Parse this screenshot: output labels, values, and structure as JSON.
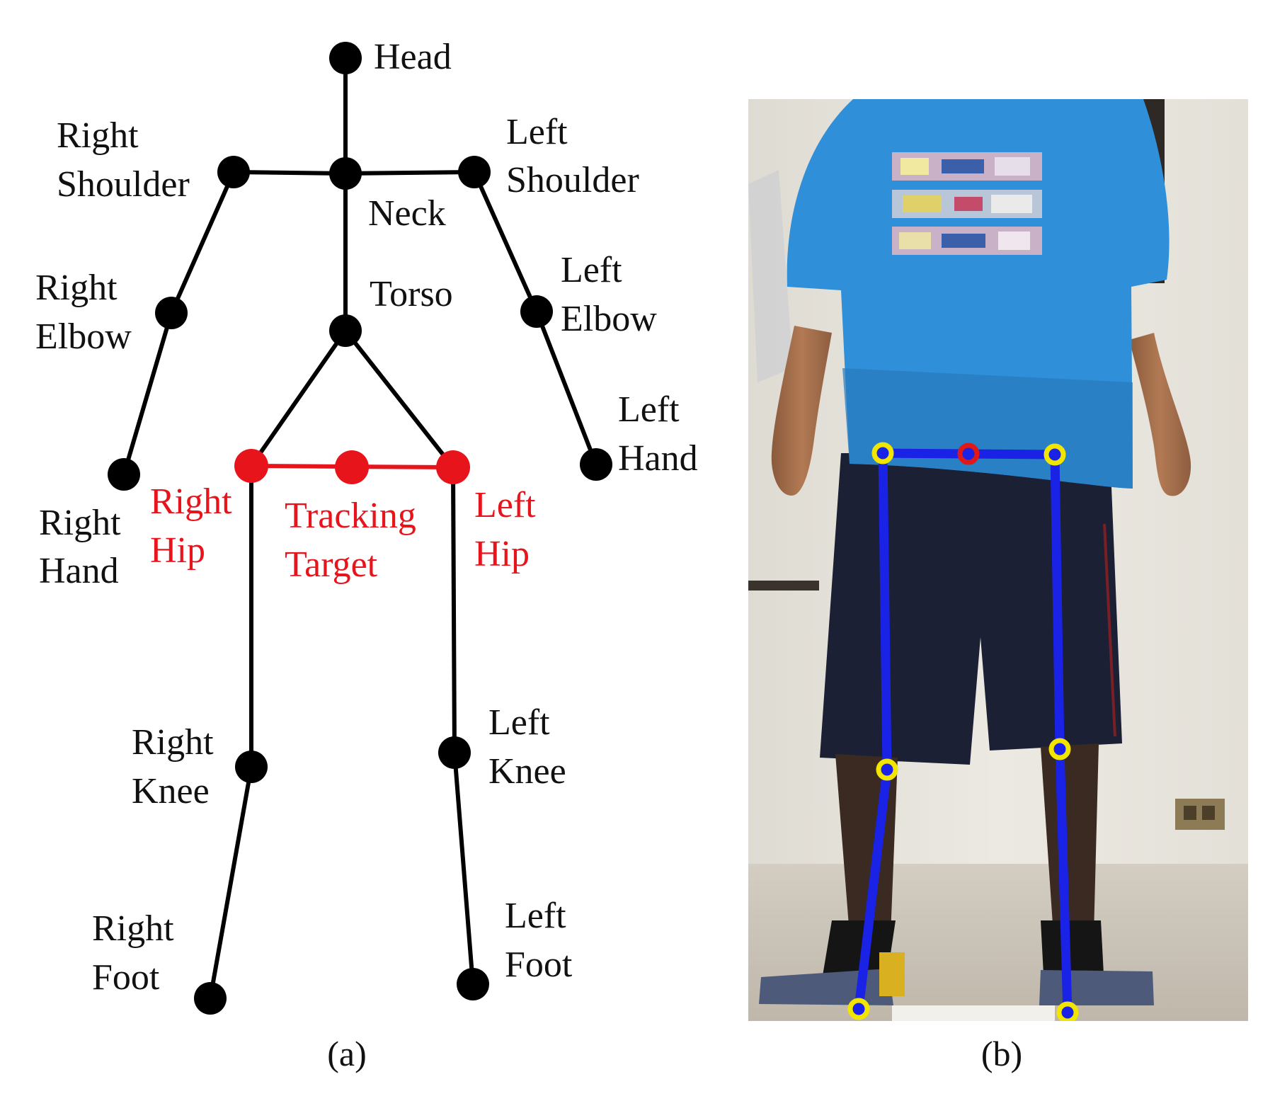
{
  "figure": {
    "panel_a_caption": "(a)",
    "panel_b_caption": "(b)"
  },
  "joints": {
    "head": [
      "Head"
    ],
    "neck": [
      "Neck"
    ],
    "torso": [
      "Torso"
    ],
    "right_shoulder": [
      "Right",
      "Shoulder"
    ],
    "left_shoulder": [
      "Left",
      "Shoulder"
    ],
    "right_elbow": [
      "Right",
      "Elbow"
    ],
    "left_elbow": [
      "Left",
      "Elbow"
    ],
    "right_hand": [
      "Right",
      "Hand"
    ],
    "left_hand": [
      "Left",
      "Hand"
    ],
    "right_hip": [
      "Right",
      "Hip"
    ],
    "left_hip": [
      "Left",
      "Hip"
    ],
    "tracking_target": [
      "Tracking",
      "Target"
    ],
    "right_knee": [
      "Right",
      "Knee"
    ],
    "left_knee": [
      "Left",
      "Knee"
    ],
    "right_foot": [
      "Right",
      "Foot"
    ],
    "left_foot": [
      "Left",
      "Foot"
    ]
  },
  "colors": {
    "skeleton": "#000000",
    "highlight": "#e8141c",
    "photo_skeleton_line": "#1a22e6",
    "photo_joint_marker": "#f2e600",
    "photo_target_marker": "#e01818",
    "shirt": "#2f8fd8",
    "shorts": "#1b2034",
    "wall": "#e9e6de",
    "floor": "#cfc8bc"
  }
}
